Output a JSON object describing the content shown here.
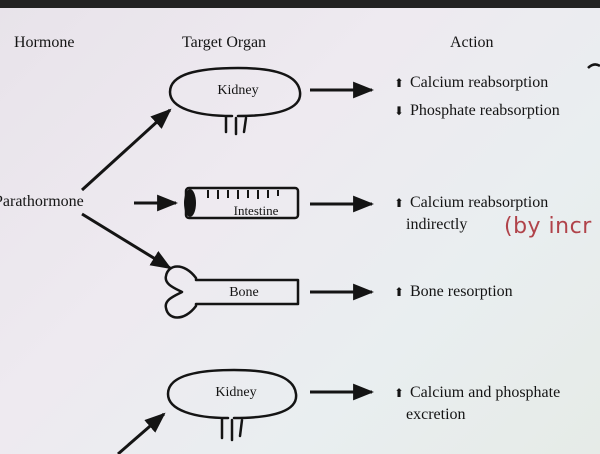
{
  "headers": {
    "hormone": "Hormone",
    "organ": "Target Organ",
    "action": "Action"
  },
  "hormone": "Parathormone",
  "organs": {
    "kidney_top": "Kidney",
    "intestine": "Intestine",
    "bone": "Bone",
    "kidney_bottom": "Kidney"
  },
  "actions": {
    "kidney_top": [
      {
        "direction": "up",
        "glyph": "⬆",
        "text": "Calcium reabsorption"
      },
      {
        "direction": "down",
        "glyph": "⬇",
        "text": "Phosphate reabsorption"
      }
    ],
    "intestine": [
      {
        "direction": "up",
        "glyph": "⬆",
        "text": "Calcium reabsorption"
      },
      {
        "direction": "none",
        "glyph": "",
        "text": "indirectly"
      }
    ],
    "bone": [
      {
        "direction": "up",
        "glyph": "⬆",
        "text": "Bone resorption"
      }
    ],
    "kidney_bottom": [
      {
        "direction": "up",
        "glyph": "⬆",
        "text": "Calcium and phosphate"
      },
      {
        "direction": "none",
        "glyph": "",
        "text": "excretion"
      }
    ]
  },
  "handwritten_note": "(by incr",
  "colors": {
    "ink": "#141414",
    "note": "#b0434a"
  }
}
